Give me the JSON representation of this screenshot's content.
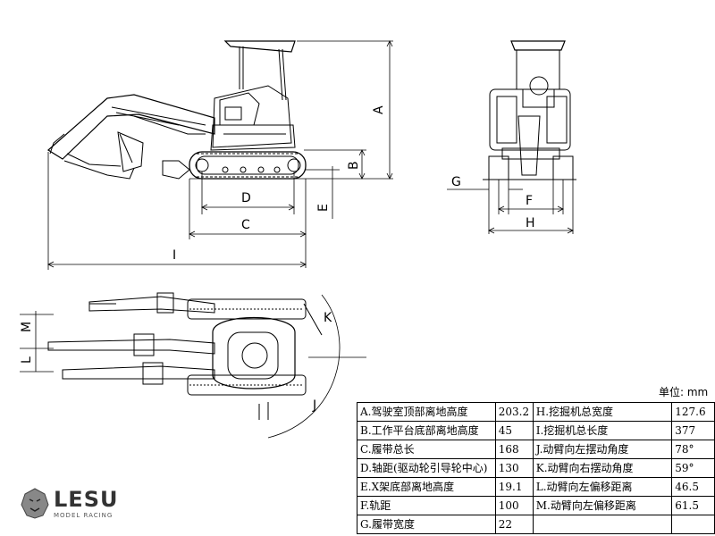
{
  "dimension_letters": {
    "A": "A",
    "B": "B",
    "C": "C",
    "D": "D",
    "E": "E",
    "F": "F",
    "G": "G",
    "H": "H",
    "I": "I",
    "J": "J",
    "K": "K",
    "L": "L",
    "M": "M"
  },
  "unit_label": "单位: mm",
  "logo": {
    "brand": "LESU",
    "subtitle": "MODEL RACING"
  },
  "spec_table": {
    "rows": [
      {
        "left_label": "A.驾驶室顶部离地高度",
        "left_value": "203.2",
        "right_label": "H.挖掘机总宽度",
        "right_value": "127.6"
      },
      {
        "left_label": "B.工作平台底部离地高度",
        "left_value": "45",
        "right_label": "I.挖掘机总长度",
        "right_value": "377"
      },
      {
        "left_label": "C.履带总长",
        "left_value": "168",
        "right_label": "J.动臂向左摆动角度",
        "right_value": "78°"
      },
      {
        "left_label": "D.轴距(驱动轮引导轮中心)",
        "left_value": "130",
        "right_label": "K.动臂向右摆动角度",
        "right_value": "59°"
      },
      {
        "left_label": "E.X架底部离地高度",
        "left_value": "19.1",
        "right_label": "L.动臂向左偏移距离",
        "right_value": "46.5"
      },
      {
        "left_label": "F.轨距",
        "left_value": "100",
        "right_label": "M.动臂向左偏移距离",
        "right_value": "61.5"
      },
      {
        "left_label": "G.履带宽度",
        "left_value": "22",
        "right_label": "",
        "right_value": ""
      }
    ]
  }
}
